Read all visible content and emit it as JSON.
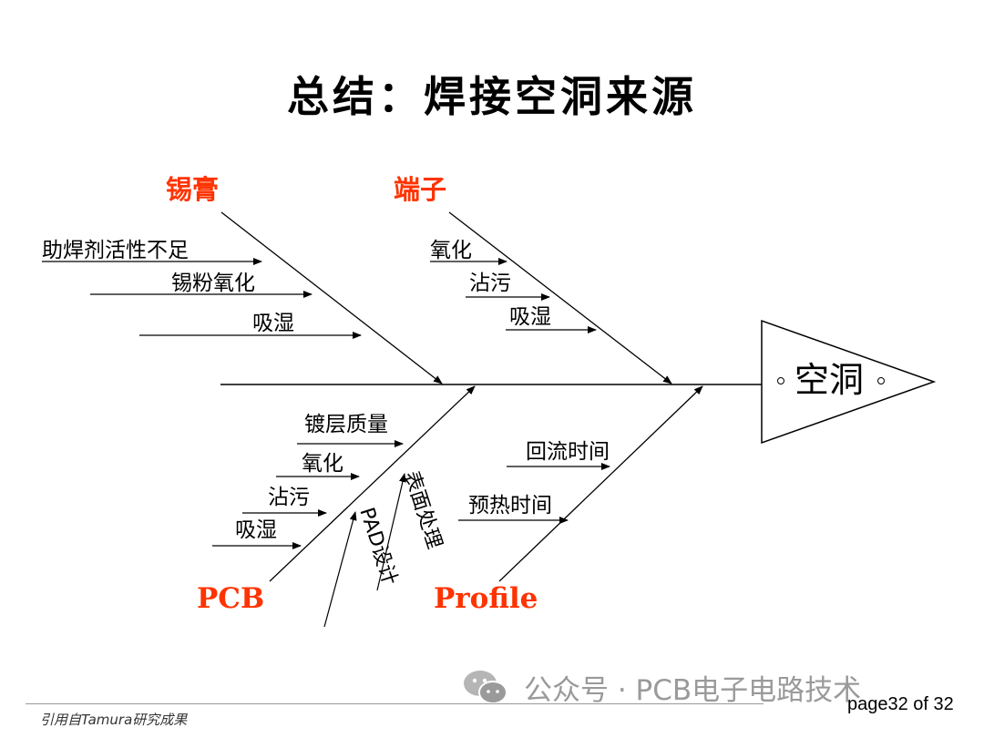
{
  "title": "总结：焊接空洞来源",
  "effect": "空洞",
  "categories": {
    "solder_paste": "锡膏",
    "terminal": "端子",
    "pcb": "PCB",
    "profile": "Profile"
  },
  "causes": {
    "solder_paste": [
      "助焊剂活性不足",
      "锡粉氧化",
      "吸湿"
    ],
    "terminal": [
      "氧化",
      "沾污",
      "吸湿"
    ],
    "pcb": [
      "镀层质量",
      "氧化",
      "沾污",
      "吸湿"
    ],
    "pcb_vertical": [
      "表面处理",
      "PAD设计"
    ],
    "profile": [
      "回流时间",
      "预热时间"
    ]
  },
  "footer": {
    "source": "引用自Tamura研究成果",
    "page": "page32 of 32",
    "watermark": "公众号 · PCB电子电路技术"
  },
  "icons": [
    "wechat-logo-icon"
  ]
}
